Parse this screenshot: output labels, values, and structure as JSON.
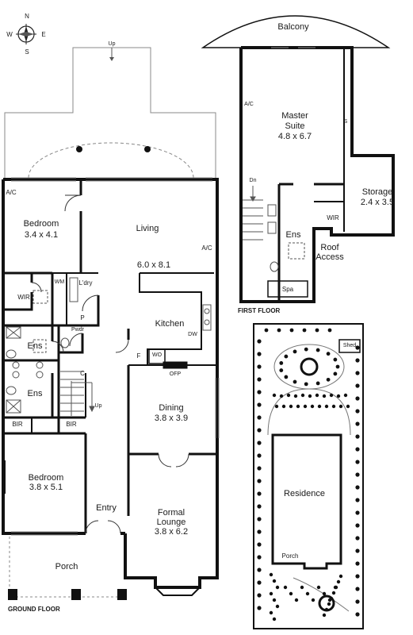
{
  "compass": {
    "n": "N",
    "s": "S",
    "e": "E",
    "w": "W"
  },
  "ground_floor": {
    "caption": "GROUND FLOOR",
    "stair_up_top": "Up",
    "stair_up_main": "Up",
    "rooms": {
      "bedroom_rear": {
        "name": "Bedroom",
        "size": "3.4 x 4.1"
      },
      "living": {
        "name": "Living",
        "size": "6.0 x 8.1"
      },
      "wir": "WIR",
      "wm": "WM",
      "ldry": "L'dry",
      "p": "P",
      "pwdr": "Pwdr",
      "kitchen": "Kitchen",
      "dw": "DW",
      "f": "F",
      "wo": "WO",
      "ofp": "OFP",
      "ens1": "Ens",
      "ens2": "Ens",
      "c": "C",
      "bir1": "BIR",
      "bir2": "BIR",
      "dining": {
        "name": "Dining",
        "size": "3.8 x 3.9"
      },
      "bedroom_front": {
        "name": "Bedroom",
        "size": "3.8 x 5.1"
      },
      "entry": "Entry",
      "formal_lounge": {
        "name": "Formal",
        "name2": "Lounge",
        "size": "3.8 x 6.2"
      },
      "porch": "Porch",
      "ac1": "A/C",
      "ac2": "A/C"
    }
  },
  "first_floor": {
    "caption": "FIRST FLOOR",
    "rooms": {
      "balcony": "Balcony",
      "master": {
        "name": "Master",
        "name2": "Suite",
        "size": "4.8 x 6.7"
      },
      "ac": "A/C",
      "s": "S",
      "dn": "Dn",
      "storage": {
        "name": "Storage",
        "size": "2.4 x 3.5"
      },
      "wir": "WIR",
      "ens": "Ens",
      "roof": {
        "line1": "Roof",
        "line2": "Access"
      },
      "spa": "Spa"
    }
  },
  "site": {
    "shed": "Shed",
    "residence": "Residence",
    "porch": "Porch"
  }
}
